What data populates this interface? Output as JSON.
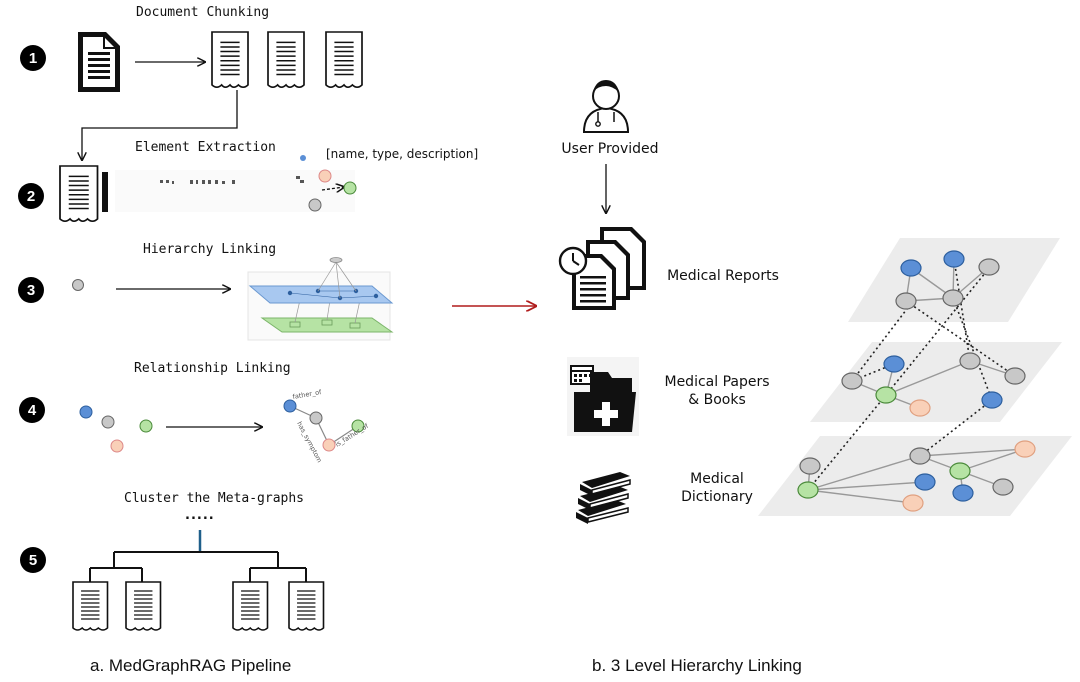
{
  "pipeline": {
    "steps": [
      {
        "number": "1",
        "title": "Document Chunking"
      },
      {
        "number": "2",
        "title": "Element Extraction",
        "schema": "[name, type, description]"
      },
      {
        "number": "3",
        "title": "Hierarchy Linking"
      },
      {
        "number": "4",
        "title": "Relationship Linking",
        "relations": [
          "father_of",
          "has_symptom",
          "is_father_of"
        ]
      },
      {
        "number": "5",
        "title": "Cluster the Meta-graphs",
        "ellipsis": "....."
      }
    ],
    "caption": "a. MedGraphRAG Pipeline"
  },
  "hierarchy": {
    "user_label": "User Provided",
    "levels": [
      {
        "label_line1": "Medical Reports",
        "label_line2": ""
      },
      {
        "label_line1": "Medical Papers",
        "label_line2": "& Books"
      },
      {
        "label_line1": "Medical",
        "label_line2": "Dictionary"
      }
    ],
    "caption": "b. 3 Level Hierarchy Linking"
  },
  "colors": {
    "blue_node": "#5b8fd6",
    "gray_node": "#c8c8c8",
    "green_node": "#b6e3a4",
    "peach_node": "#f9d0b8",
    "arrow_red": "#b01c1c",
    "plane": "#ececec"
  }
}
